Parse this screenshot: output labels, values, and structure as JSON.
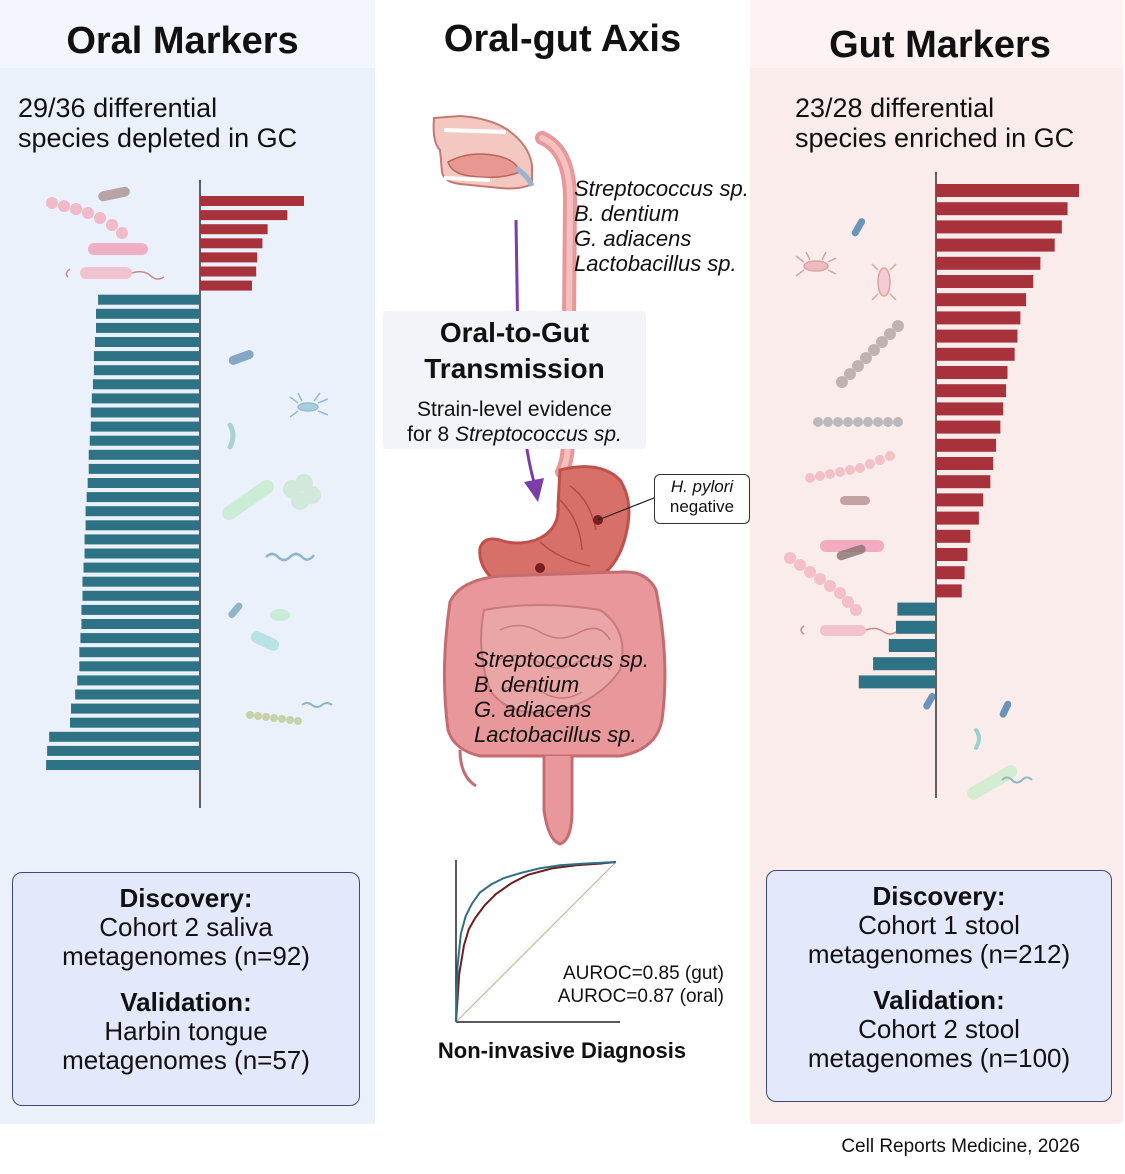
{
  "oral": {
    "title": "Oral Markers",
    "subtitle_line1": "29/36 differential",
    "subtitle_line2": "species depleted in GC",
    "discovery_heading": "Discovery:",
    "discovery_line1": "Cohort 2 saliva",
    "discovery_line2": "metagenomes (n=92)",
    "validation_heading": "Validation:",
    "validation_line1": "Harbin tongue",
    "validation_line2": "metagenomes (n=57)"
  },
  "axis": {
    "title": "Oral-gut Axis",
    "oral_species": [
      "Streptococcus sp.",
      "B. dentium",
      "G. adiacens",
      "Lactobacillus sp."
    ],
    "gut_species": [
      "Streptococcus sp.",
      "B. dentium",
      "G. adiacens",
      "Lactobacillus sp."
    ],
    "transmission_title_line1": "Oral-to-Gut",
    "transmission_title_line2": "Transmission",
    "transmission_text_line1": "Strain-level evidence",
    "transmission_text_prefix": "for 8 ",
    "transmission_text_italic": "Streptococcus sp.",
    "hpylori_italic": "H. pylori",
    "hpylori_text": "negative",
    "auroc_gut": "AUROC=0.85 (gut)",
    "auroc_oral": "AUROC=0.87 (oral)",
    "diagnosis_label": "Non-invasive Diagnosis"
  },
  "gut": {
    "title": "Gut Markers",
    "subtitle_line1": "23/28 differential",
    "subtitle_line2": "species enriched in GC",
    "discovery_heading": "Discovery:",
    "discovery_line1": "Cohort 1 stool",
    "discovery_line2": "metagenomes (n=212)",
    "validation_heading": "Validation:",
    "validation_line1": "Cohort 2 stool",
    "validation_line2": "metagenomes (n=100)"
  },
  "footer": "Cell Reports Medicine, 2026",
  "colors": {
    "enriched": "#a8323c",
    "depleted": "#2e7285",
    "roc_gut": "#6b1f1f",
    "roc_oral": "#2f6f86"
  },
  "chart_data": [
    {
      "type": "bar",
      "orientation": "horizontal",
      "series": [
        {
          "values": [
            1.0,
            0.84,
            0.65,
            0.6,
            0.55,
            0.54,
            0.5
          ]
        },
        {
          "values": [
            -0.98,
            -1.0,
            -1.0,
            -1.01,
            -1.02,
            -1.02,
            -1.03,
            -1.04,
            -1.05,
            -1.05,
            -1.06,
            -1.07,
            -1.07,
            -1.08,
            -1.09,
            -1.1,
            -1.1,
            -1.11,
            -1.11,
            -1.12,
            -1.13,
            -1.13,
            -1.14,
            -1.14,
            -1.15,
            -1.16,
            -1.16,
            -1.18,
            -1.2,
            -1.24,
            -1.25,
            -1.45,
            -1.47,
            -1.48
          ]
        }
      ]
    },
    {
      "type": "bar",
      "orientation": "horizontal",
      "series": [
        {
          "values": [
            1.0,
            0.92,
            0.88,
            0.83,
            0.73,
            0.68,
            0.63,
            0.59,
            0.57,
            0.55,
            0.5,
            0.49,
            0.47,
            0.45,
            0.42,
            0.4,
            0.38,
            0.33,
            0.3,
            0.24,
            0.22,
            0.2,
            0.18
          ]
        },
        {
          "values": [
            -0.27,
            -0.28,
            -0.33,
            -0.44,
            -0.54
          ]
        }
      ]
    },
    {
      "type": "line",
      "xlim": [
        0,
        1
      ],
      "ylim": [
        0,
        1
      ],
      "series": [
        {
          "name": "AUROC=0.85 (gut)",
          "x": [
            0,
            0.02,
            0.05,
            0.08,
            0.12,
            0.18,
            0.25,
            0.35,
            0.45,
            0.6,
            0.75,
            0.9,
            1.0
          ],
          "y": [
            0,
            0.3,
            0.48,
            0.58,
            0.65,
            0.73,
            0.8,
            0.87,
            0.92,
            0.96,
            0.98,
            0.99,
            1.0
          ]
        },
        {
          "name": "AUROC=0.87 (oral)",
          "x": [
            0,
            0.01,
            0.03,
            0.06,
            0.1,
            0.15,
            0.22,
            0.3,
            0.4,
            0.52,
            0.65,
            0.8,
            1.0
          ],
          "y": [
            0,
            0.35,
            0.55,
            0.66,
            0.74,
            0.81,
            0.86,
            0.9,
            0.93,
            0.96,
            0.98,
            0.99,
            1.0
          ]
        }
      ]
    }
  ]
}
